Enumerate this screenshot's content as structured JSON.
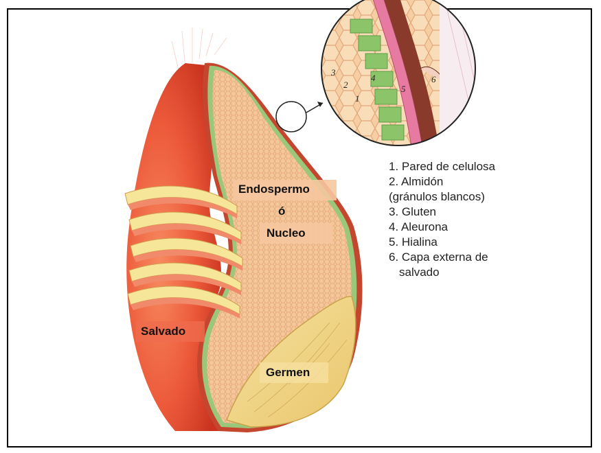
{
  "labels": {
    "endospermo": "Endospermo",
    "o": "ó",
    "nucleo": "Nucleo",
    "salvado": "Salvado",
    "germen": "Germen"
  },
  "inset_numbers": [
    "1",
    "2",
    "3",
    "4",
    "5",
    "6"
  ],
  "legend": [
    "1. Pared de celulosa",
    "2. Almidón",
    "(gránulos blancos)",
    "3. Gluten",
    "4. Aleurona",
    "5. Hialina",
    "6. Capa externa de",
    "salvado"
  ],
  "colors": {
    "bran": "#e8503a",
    "endosperm": "#f3c89a",
    "germ": "#f2dc8a",
    "aleurone": "#8cc46a",
    "hyaline": "#e77aa0",
    "outer_bran": "#8a3a2a"
  }
}
